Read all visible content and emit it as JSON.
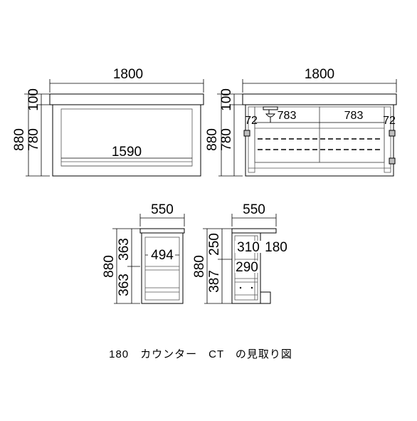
{
  "front_view": {
    "width_label": "1800",
    "top_height_label": "100",
    "body_height_label": "780",
    "total_height_label": "880",
    "inner_width_label": "1590"
  },
  "back_view": {
    "width_label": "1800",
    "top_height_label": "100",
    "body_height_label": "780",
    "total_height_label": "880",
    "left_end_label": "72",
    "left_bay_label": "783",
    "right_bay_label": "783",
    "right_end_label": "72"
  },
  "side_left": {
    "depth_label": "550",
    "upper_height_label": "363",
    "lower_height_label": "363",
    "total_height_label": "880",
    "inner_depth_label": "494"
  },
  "side_right": {
    "depth_label": "550",
    "upper_height_label": "250",
    "lower_height_label": "387",
    "total_height_label": "880",
    "upper_depth_label": "310",
    "side_depth_label": "180",
    "lower_depth_label": "290"
  },
  "caption": "180　カウンター　CT　の見取り図"
}
